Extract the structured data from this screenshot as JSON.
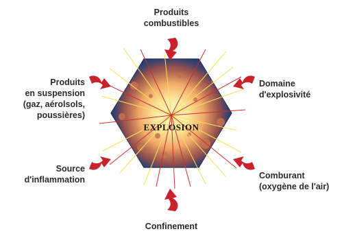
{
  "center": {
    "label": "Explosion"
  },
  "factors": {
    "top": "Produits\ncombustibles",
    "upper_right": "Domaine\nd'explosivité",
    "lower_right": "Comburant\n(oxygène de l'air)",
    "bottom": "Confinement",
    "lower_left": "Source\nd'inflammation",
    "upper_left": "Produits\nen suspension\n(gaz, aérolsols,\npoussières)"
  },
  "colors": {
    "hexagon_fill": "#1d3d7a",
    "arrow": "#c8232c",
    "ray_yellow": "#f3e25a",
    "ray_red": "#c9302c",
    "blast_core": "#fff4b0"
  },
  "icons": [
    "explosion-burst",
    "arrow-curved"
  ]
}
